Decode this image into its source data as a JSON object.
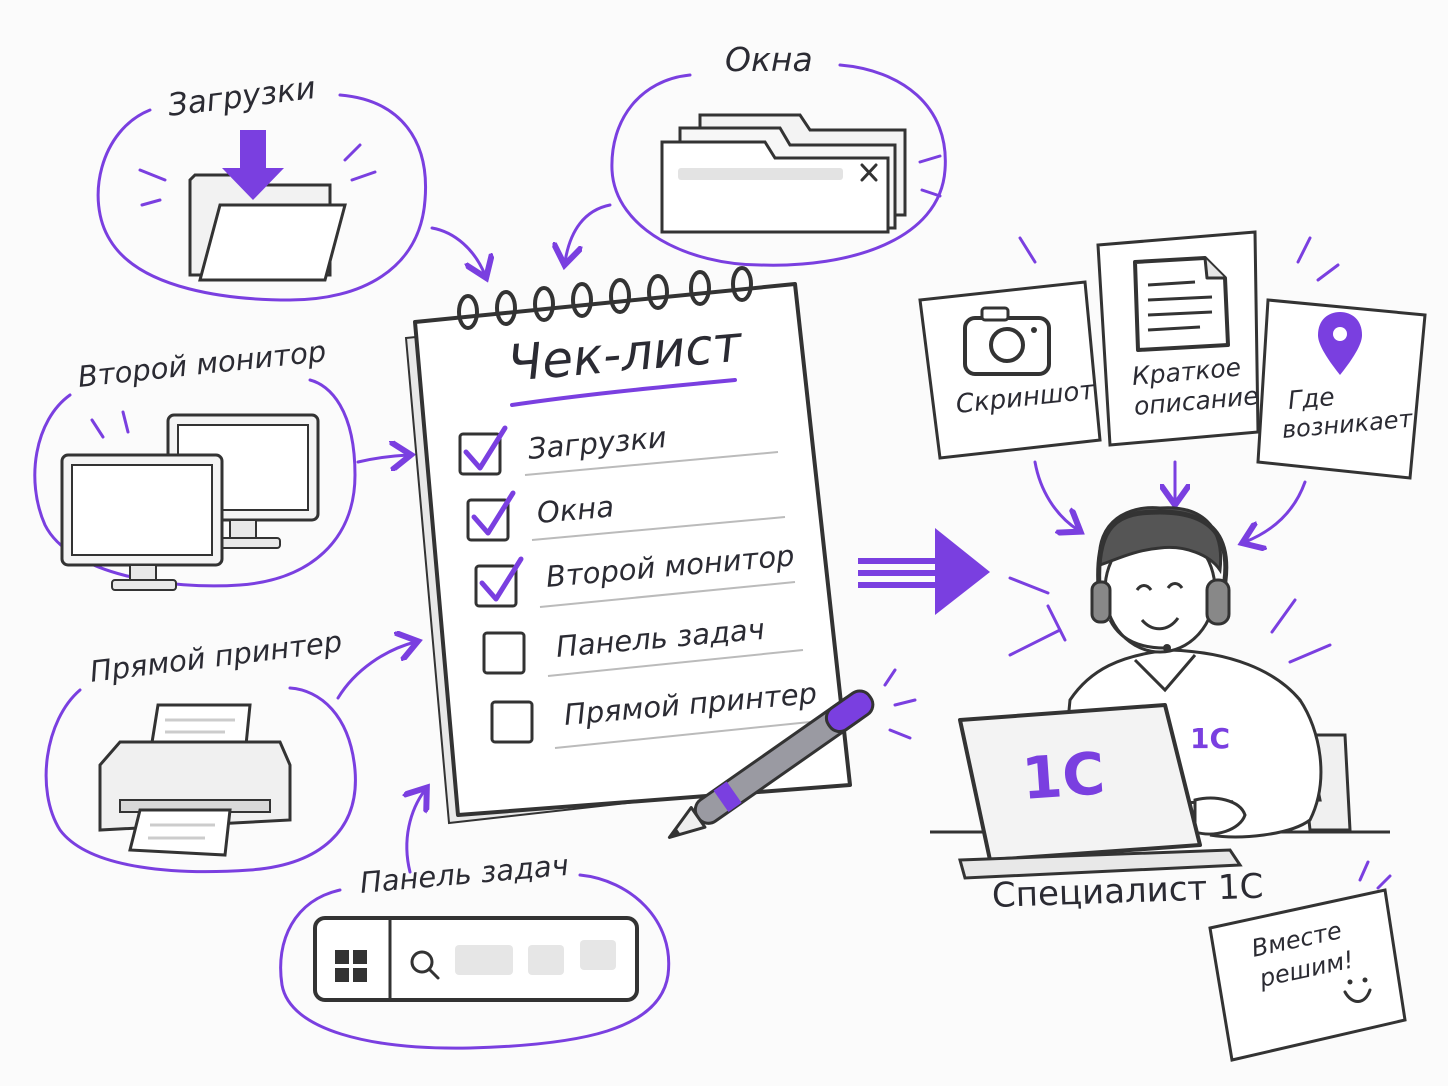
{
  "colors": {
    "accent": "#7a3fe0",
    "ink": "#2b2b33"
  },
  "labels": {
    "downloads": "Загрузки",
    "windows": "Окна",
    "second_monitor": "Второй монитор",
    "direct_printer": "Прямой принтер",
    "taskbar": "Панель задач",
    "specialist": "Специалист 1С"
  },
  "notebook": {
    "title": "Чек-лист",
    "items": [
      {
        "label": "Загрузки",
        "checked": true
      },
      {
        "label": "Окна",
        "checked": true
      },
      {
        "label": "Второй монитор",
        "checked": true
      },
      {
        "label": "Панель задач",
        "checked": false
      },
      {
        "label": "Прямой принтер",
        "checked": false
      }
    ]
  },
  "cards": {
    "screenshot": "Скриншот",
    "description_line1": "Краткое",
    "description_line2": "описание",
    "where_line1": "Где",
    "where_line2": "возникает"
  },
  "logo": {
    "brand": "1С"
  },
  "sticky": {
    "line1": "Вместе",
    "line2": "решим!"
  },
  "icons": {
    "downloads": "download-folder-icon",
    "windows": "windows-stack-icon",
    "monitors": "dual-monitor-icon",
    "printer": "printer-icon",
    "taskbar": "taskbar-icon",
    "camera": "camera-icon",
    "document": "document-icon",
    "pin": "location-pin-icon",
    "pen": "pen-icon",
    "person": "support-specialist-icon"
  }
}
